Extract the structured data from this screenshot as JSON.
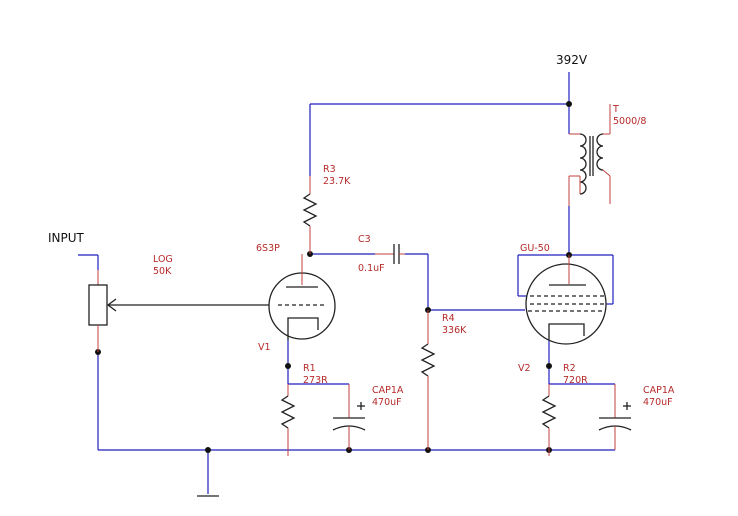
{
  "supply": {
    "voltage": "392V"
  },
  "input": {
    "label": "INPUT"
  },
  "pot": {
    "taper": "LOG",
    "value": "50K"
  },
  "v1": {
    "tube": "6S3P",
    "ref": "V1"
  },
  "v2": {
    "tube": "GU-50",
    "ref": "V2"
  },
  "r3": {
    "ref": "R3",
    "value": "23.7K"
  },
  "c3": {
    "ref": "C3",
    "value": "0.1uF"
  },
  "r4": {
    "ref": "R4",
    "value": "336K"
  },
  "r1": {
    "ref": "R1",
    "value": "273R"
  },
  "r2": {
    "ref": "R2",
    "value": "720R"
  },
  "cap1": {
    "ref": "CAP1A",
    "value": "470uF"
  },
  "cap2": {
    "ref": "CAP1A",
    "value": "470uF"
  },
  "transformer": {
    "ref": "T",
    "value": "5000/8"
  },
  "colors": {
    "wire": "#1f1fbf",
    "labels": "#b52a2a",
    "components": "#222222"
  }
}
